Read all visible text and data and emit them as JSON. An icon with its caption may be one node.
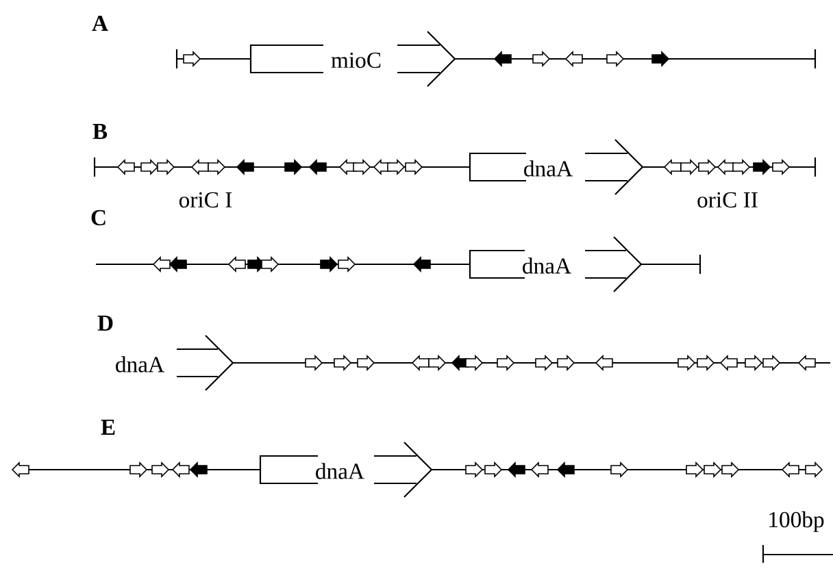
{
  "diagram": {
    "nodes": [
      {
        "text": [
          "mioC"
        ]
      },
      {
        "text": [
          "dnaA"
        ]
      },
      {
        "text": [
          "dnaA"
        ]
      },
      {
        "text": [
          "dnaA"
        ]
      },
      {
        "text": [
          "dnaA"
        ]
      }
    ],
    "labels": [
      "A",
      "B",
      "oriC I",
      "oriC II",
      "C",
      "D",
      "E",
      "100bp"
    ]
  }
}
